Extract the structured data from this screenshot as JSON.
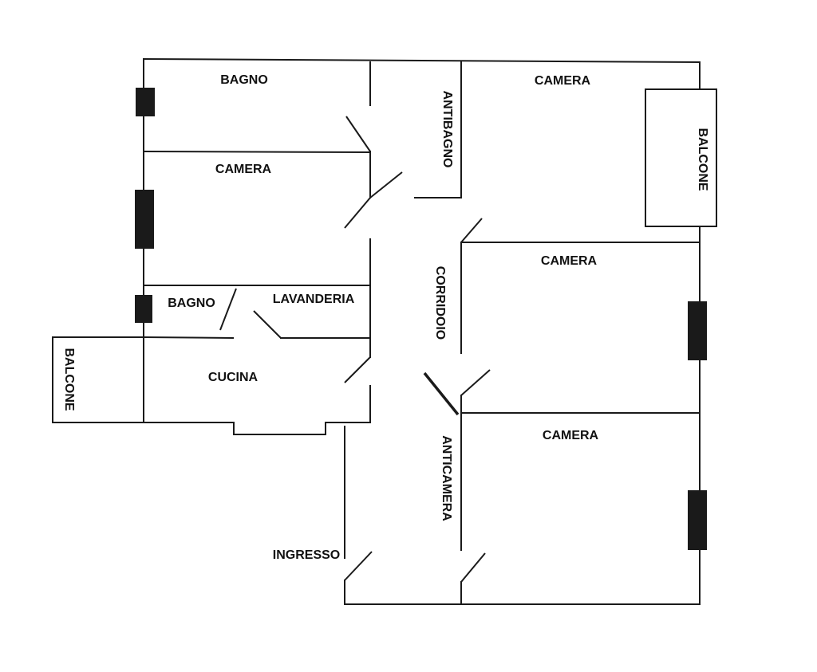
{
  "floorplan": {
    "rooms": {
      "bagno_top": "BAGNO",
      "antibagno": "ANTIBAGNO",
      "camera_top_right": "CAMERA",
      "balcone_right": "BALCONE",
      "camera_left": "CAMERA",
      "bagno_small": "BAGNO",
      "lavanderia": "LAVANDERIA",
      "corridoio": "CORRIDOIO",
      "camera_mid_right": "CAMERA",
      "balcone_left": "BALCONE",
      "cucina": "CUCINA",
      "anticamera": "ANTICAMERA",
      "camera_bottom_right": "CAMERA",
      "ingresso": "INGRESSO"
    }
  }
}
